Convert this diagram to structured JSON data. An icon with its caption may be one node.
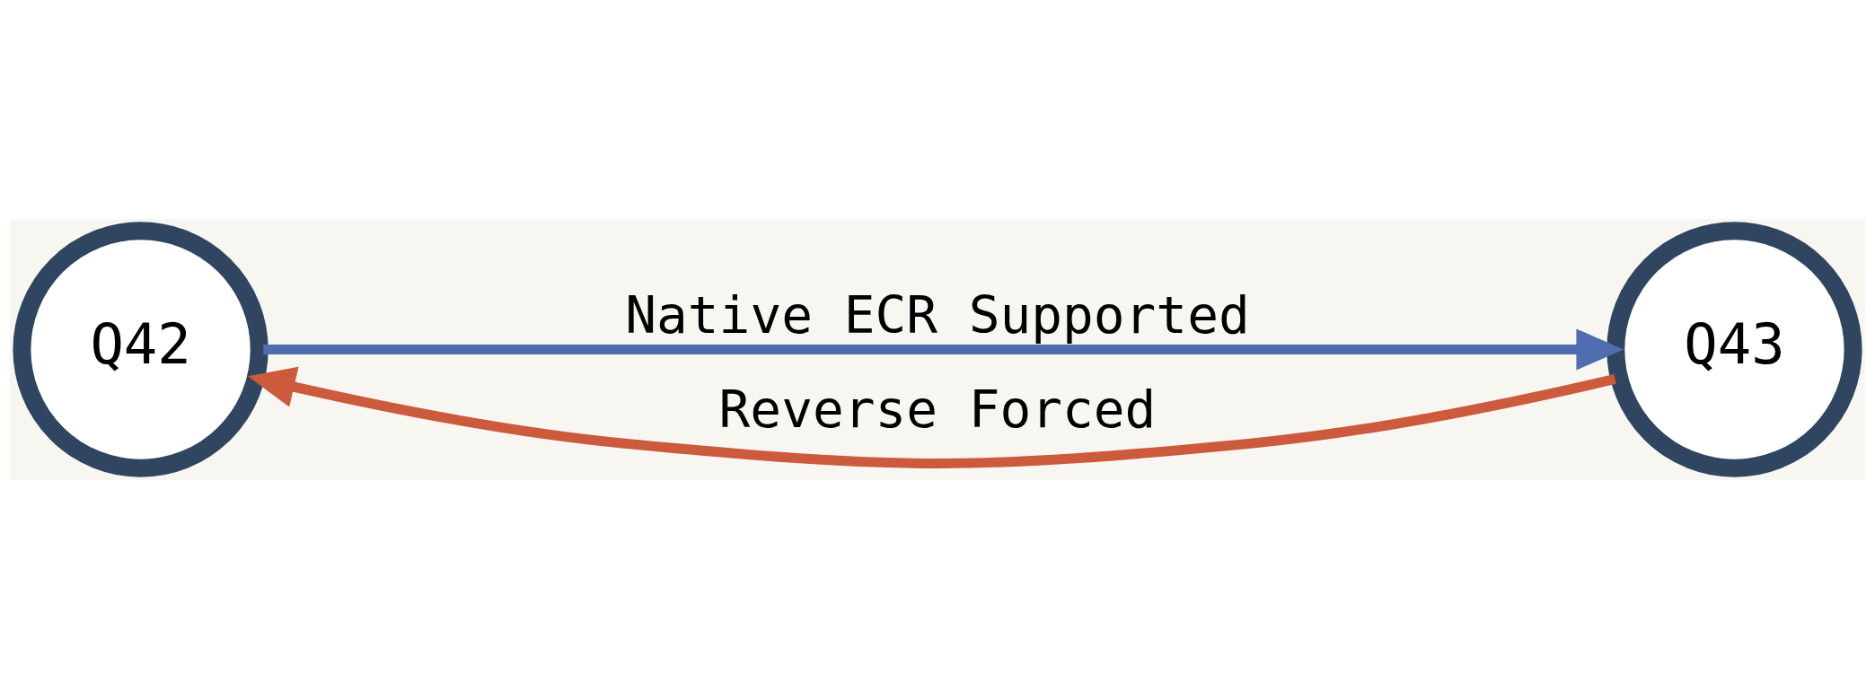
{
  "diagram": {
    "nodes": [
      {
        "text": [
          "Q42"
        ]
      },
      {
        "text": [
          "Q43"
        ]
      }
    ],
    "edges": [
      {
        "from": 0,
        "to": 1,
        "arrow": "to",
        "label": "Native ECR Supported",
        "color": "#4f6db0"
      },
      {
        "from": 1,
        "to": 0,
        "arrow": "to",
        "label": "Reverse Forced",
        "color": "#cc5a3c"
      }
    ]
  }
}
